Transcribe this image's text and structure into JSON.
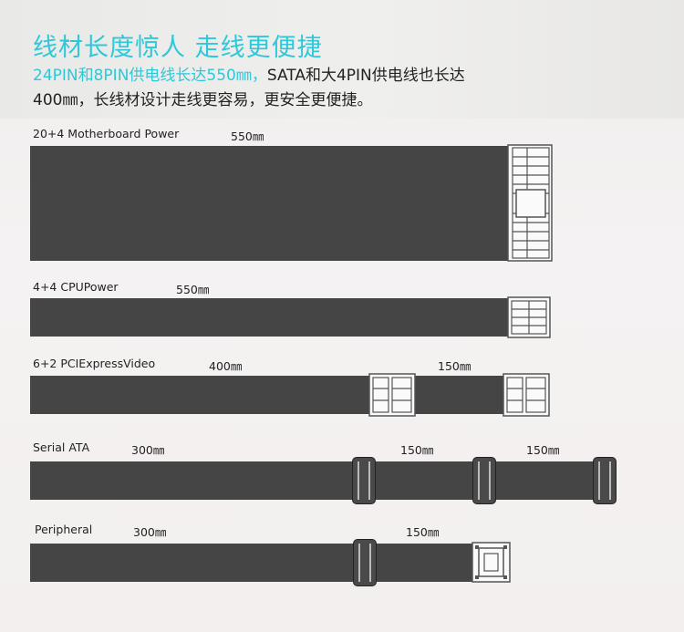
{
  "header": {
    "title": "线材长度惊人 走线更便捷",
    "desc_highlight": "24PIN和8PIN供电线长达550㎜，",
    "desc_rest": "SATA和大4PIN供电线也长达",
    "desc_line2": "400㎜，长线材设计走线更容易，更安全更便捷。"
  },
  "cables": {
    "motherboard": {
      "name": "20+4 Motherboard Power",
      "len": "550㎜"
    },
    "cpu": {
      "name": "4+4 CPUPower",
      "len": "550㎜"
    },
    "pcie": {
      "name": "6+2 PCIExpressVideo",
      "len1": "400㎜",
      "len2": "150㎜"
    },
    "sata": {
      "name": "Serial ATA",
      "len1": "300㎜",
      "len2": "150㎜",
      "len3": "150㎜"
    },
    "peripheral": {
      "name": "Peripheral",
      "len1": "300㎜",
      "len2": "150㎜"
    }
  }
}
